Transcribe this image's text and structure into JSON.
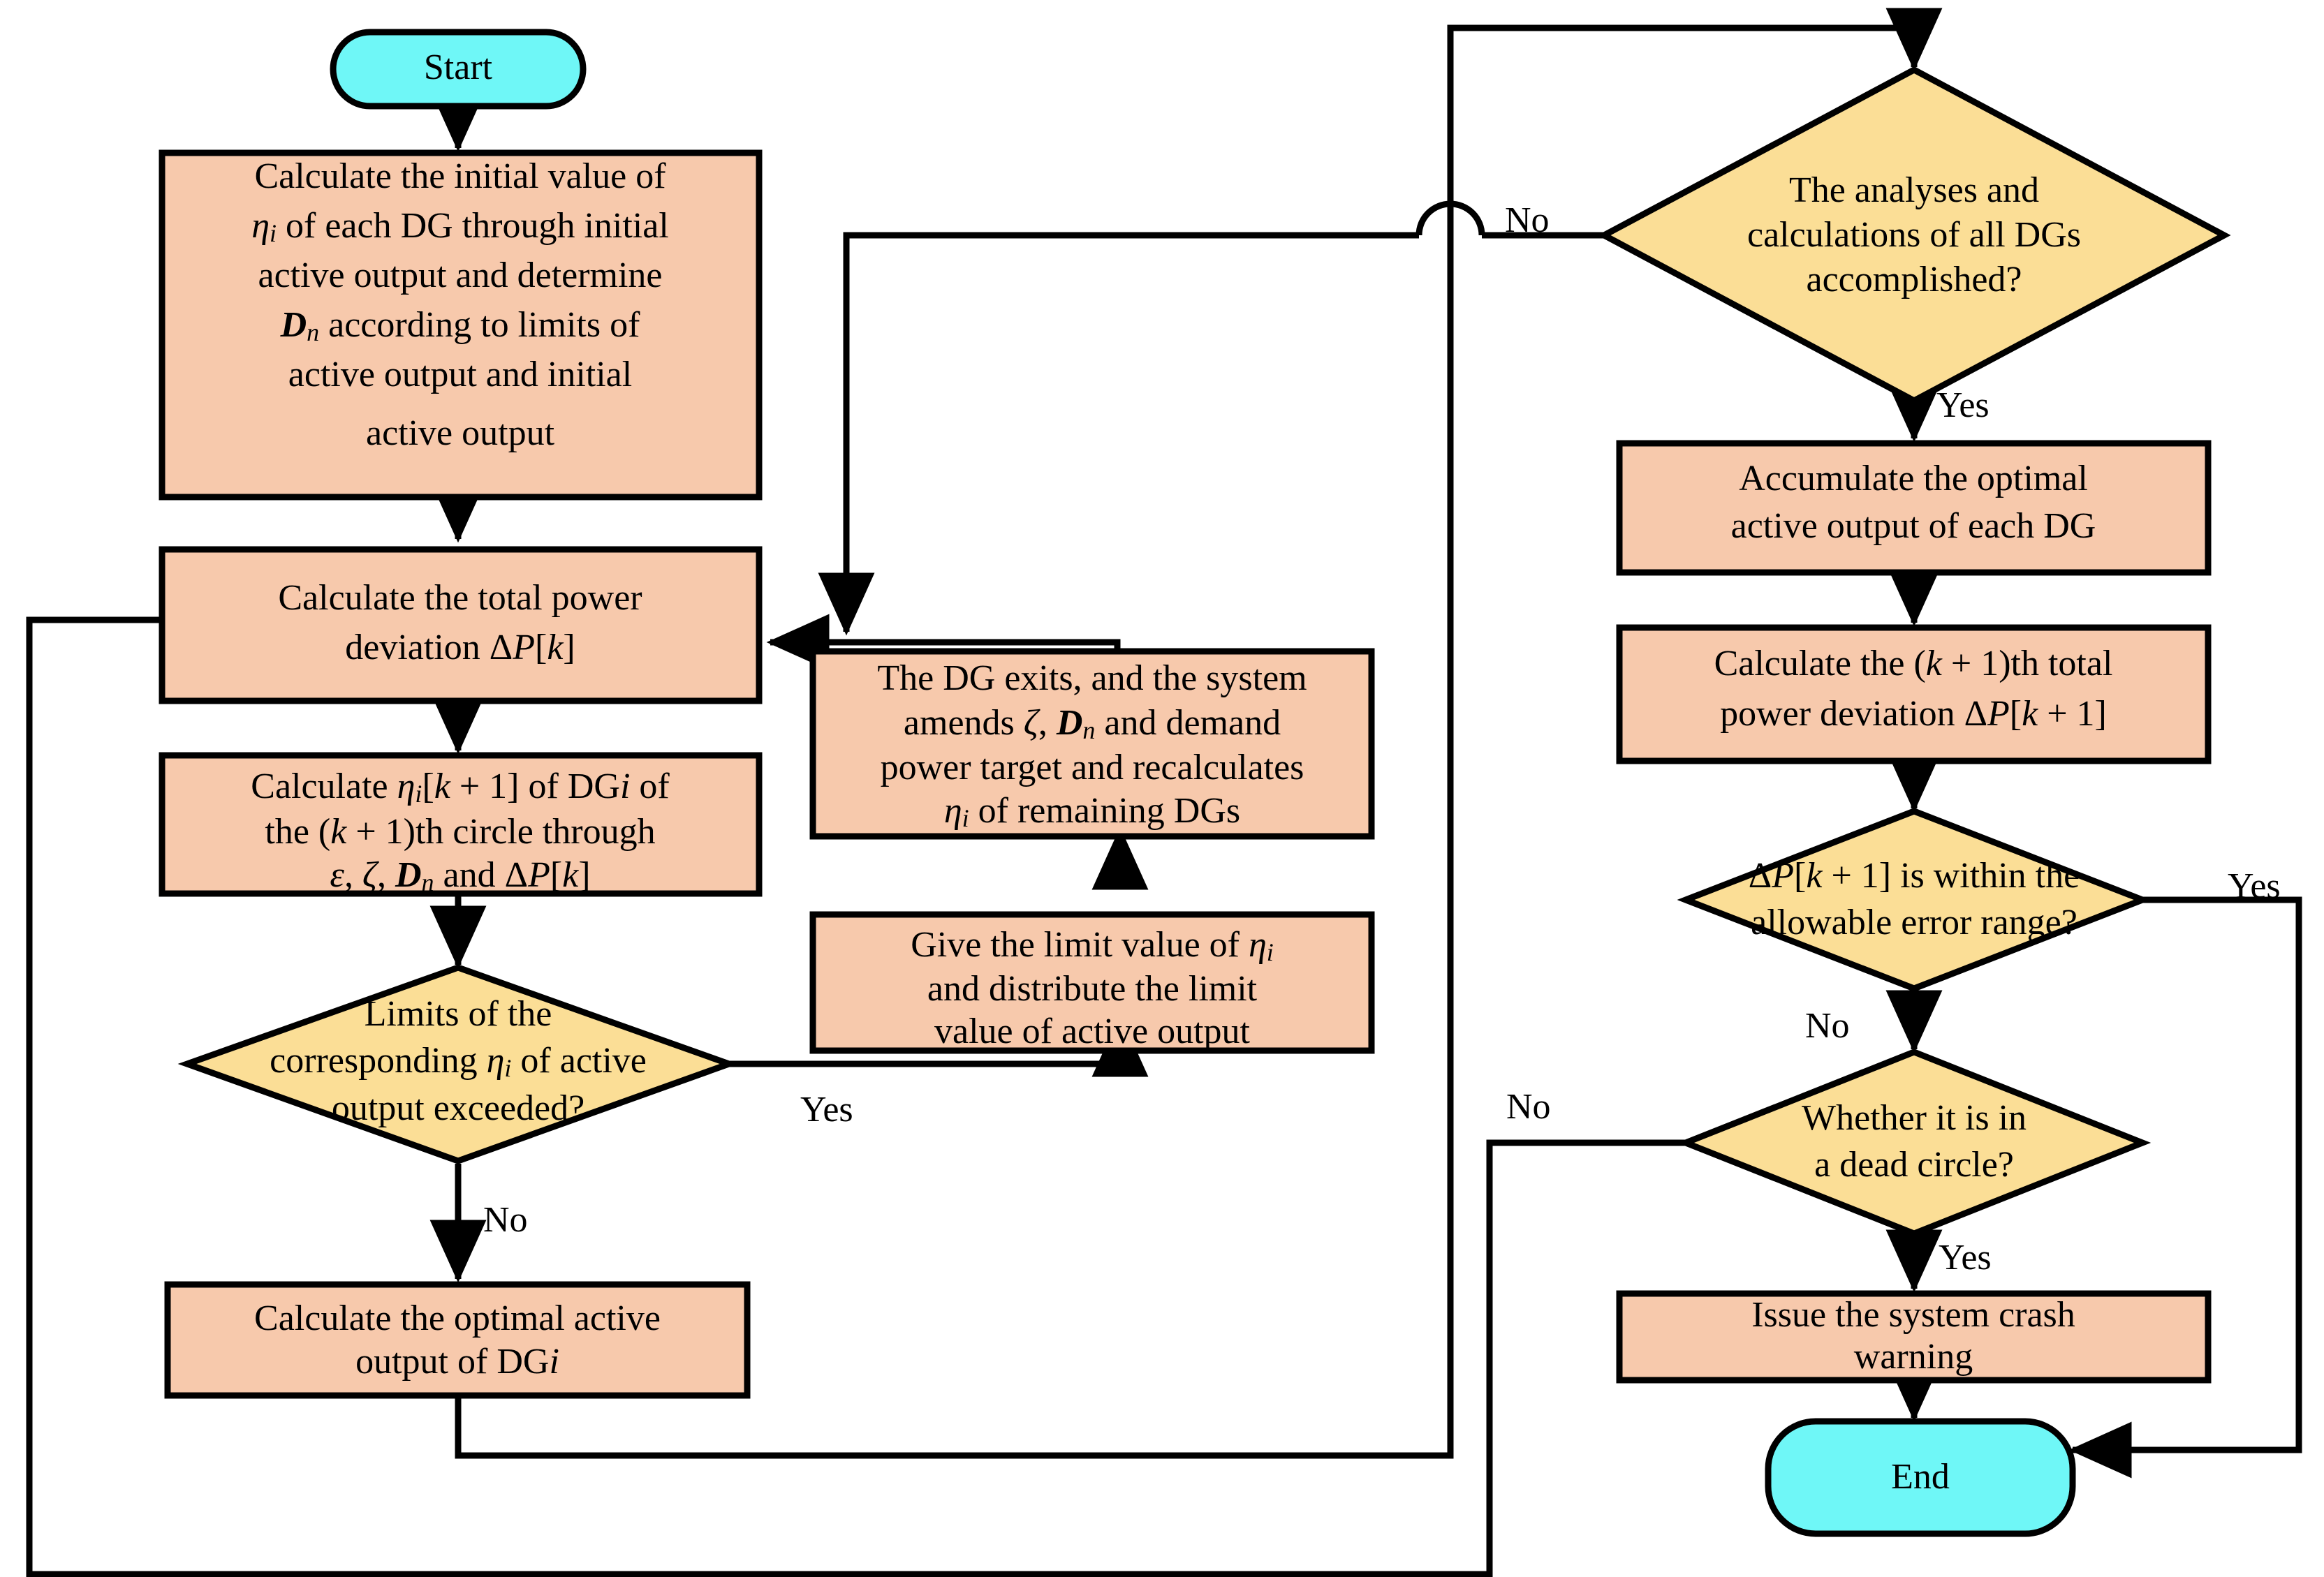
{
  "diagram": {
    "title": "DG active power optimization flowchart",
    "colors": {
      "terminator_fill": "#6FF7F7",
      "process_fill": "#F7C9AC",
      "decision_fill": "#FBDE96",
      "stroke": "#000000",
      "background": "#FFFFFF"
    },
    "nodes": {
      "start": {
        "id": "start",
        "type": "terminator",
        "label": "Start"
      },
      "init": {
        "id": "init",
        "type": "process",
        "lines": [
          "Calculate the initial value of",
          "ηi of each DG through initial",
          "active output and determine",
          "Dn according to limits of",
          "active output and initial",
          "active output"
        ]
      },
      "total_dev": {
        "id": "total_dev",
        "type": "process",
        "lines": [
          "Calculate the total power",
          "deviation ΔP[k]"
        ]
      },
      "calc_eta": {
        "id": "calc_eta",
        "type": "process",
        "lines": [
          "Calculate ηi[k + 1] of DGi of",
          "the (k + 1)th circle  through",
          "ε, ζ, Dn and ΔP[k]"
        ]
      },
      "limits_q": {
        "id": "limits_q",
        "type": "decision",
        "lines": [
          "Limits of the",
          "corresponding ηi of active",
          "output exceeded?"
        ]
      },
      "optimal_dgi": {
        "id": "optimal_dgi",
        "type": "process",
        "lines": [
          "Calculate the optimal active",
          "output of DGi"
        ]
      },
      "give_limit": {
        "id": "give_limit",
        "type": "process",
        "lines": [
          "Give the limit value of ηi",
          "and distribute the limit",
          "value of active output"
        ]
      },
      "dg_exits": {
        "id": "dg_exits",
        "type": "process",
        "lines": [
          "The DG exits, and the system",
          "amends ζ, Dn and demand",
          "power target and recalculates",
          "ηi of remaining DGs"
        ]
      },
      "all_dgs_q": {
        "id": "all_dgs_q",
        "type": "decision",
        "lines": [
          "The analyses and",
          "calculations of all DGs",
          "accomplished?"
        ]
      },
      "accumulate": {
        "id": "accumulate",
        "type": "process",
        "lines": [
          "Accumulate the optimal",
          "active output of each DG"
        ]
      },
      "calc_k1": {
        "id": "calc_k1",
        "type": "process",
        "lines": [
          "Calculate the (k + 1)th total",
          "power deviation ΔP[k + 1]"
        ]
      },
      "within_range_q": {
        "id": "within_range_q",
        "type": "decision",
        "lines": [
          "ΔP[k + 1] is within the",
          "allowable error range?"
        ]
      },
      "dead_circle_q": {
        "id": "dead_circle_q",
        "type": "decision",
        "lines": [
          "Whether it is in",
          "a dead circle?"
        ]
      },
      "crash_warning": {
        "id": "crash_warning",
        "type": "process",
        "lines": [
          "Issue the system crash",
          "warning"
        ]
      },
      "end": {
        "id": "end",
        "type": "terminator",
        "label": "End"
      }
    },
    "edge_labels": {
      "all_dgs_no": "No",
      "all_dgs_yes": "Yes",
      "limits_yes": "Yes",
      "limits_no": "No",
      "within_range_yes": "Yes",
      "within_range_no": "No",
      "dead_circle_no": "No",
      "dead_circle_yes": "Yes"
    },
    "edges": [
      {
        "from": "start",
        "to": "init",
        "label": ""
      },
      {
        "from": "init",
        "to": "total_dev",
        "label": ""
      },
      {
        "from": "total_dev",
        "to": "calc_eta",
        "label": ""
      },
      {
        "from": "calc_eta",
        "to": "limits_q",
        "label": ""
      },
      {
        "from": "limits_q",
        "to": "optimal_dgi",
        "label": "No"
      },
      {
        "from": "limits_q",
        "to": "give_limit",
        "label": "Yes"
      },
      {
        "from": "give_limit",
        "to": "dg_exits",
        "label": ""
      },
      {
        "from": "dg_exits",
        "to": "total_dev",
        "label": ""
      },
      {
        "from": "optimal_dgi",
        "to": "all_dgs_q",
        "label": ""
      },
      {
        "from": "all_dgs_q",
        "to": "total_dev",
        "label": "No"
      },
      {
        "from": "all_dgs_q",
        "to": "accumulate",
        "label": "Yes"
      },
      {
        "from": "accumulate",
        "to": "calc_k1",
        "label": ""
      },
      {
        "from": "calc_k1",
        "to": "within_range_q",
        "label": ""
      },
      {
        "from": "within_range_q",
        "to": "end",
        "label": "Yes"
      },
      {
        "from": "within_range_q",
        "to": "dead_circle_q",
        "label": "No"
      },
      {
        "from": "dead_circle_q",
        "to": "total_dev",
        "label": "No"
      },
      {
        "from": "dead_circle_q",
        "to": "crash_warning",
        "label": "Yes"
      },
      {
        "from": "crash_warning",
        "to": "end",
        "label": ""
      }
    ]
  }
}
